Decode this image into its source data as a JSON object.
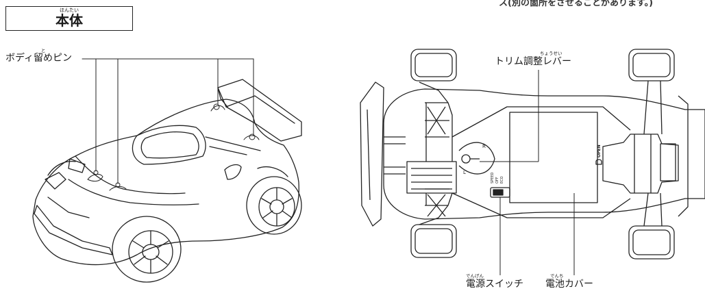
{
  "header": {
    "title": "本体",
    "title_reading": "ほんたい",
    "top_fragment": "ス(別の箇所をさせることがあります。)"
  },
  "labels": {
    "body_pin": {
      "text": "ボディ留めピン",
      "reading": "と"
    },
    "trim_lever": {
      "text": "トリム調整レバー",
      "reading": "ちょうせい"
    },
    "power_switch": {
      "text": "電源スイッチ",
      "reading": "でんげん"
    },
    "battery_cover": {
      "text": "電池カバー",
      "reading": "でんち"
    }
  },
  "diagram_text": {
    "trim_left": "L",
    "trim_right": "R",
    "switch_speed": "SPEED",
    "switch_off": "OFF",
    "switch_eco": "ECO",
    "open_mark": "OPEN"
  }
}
